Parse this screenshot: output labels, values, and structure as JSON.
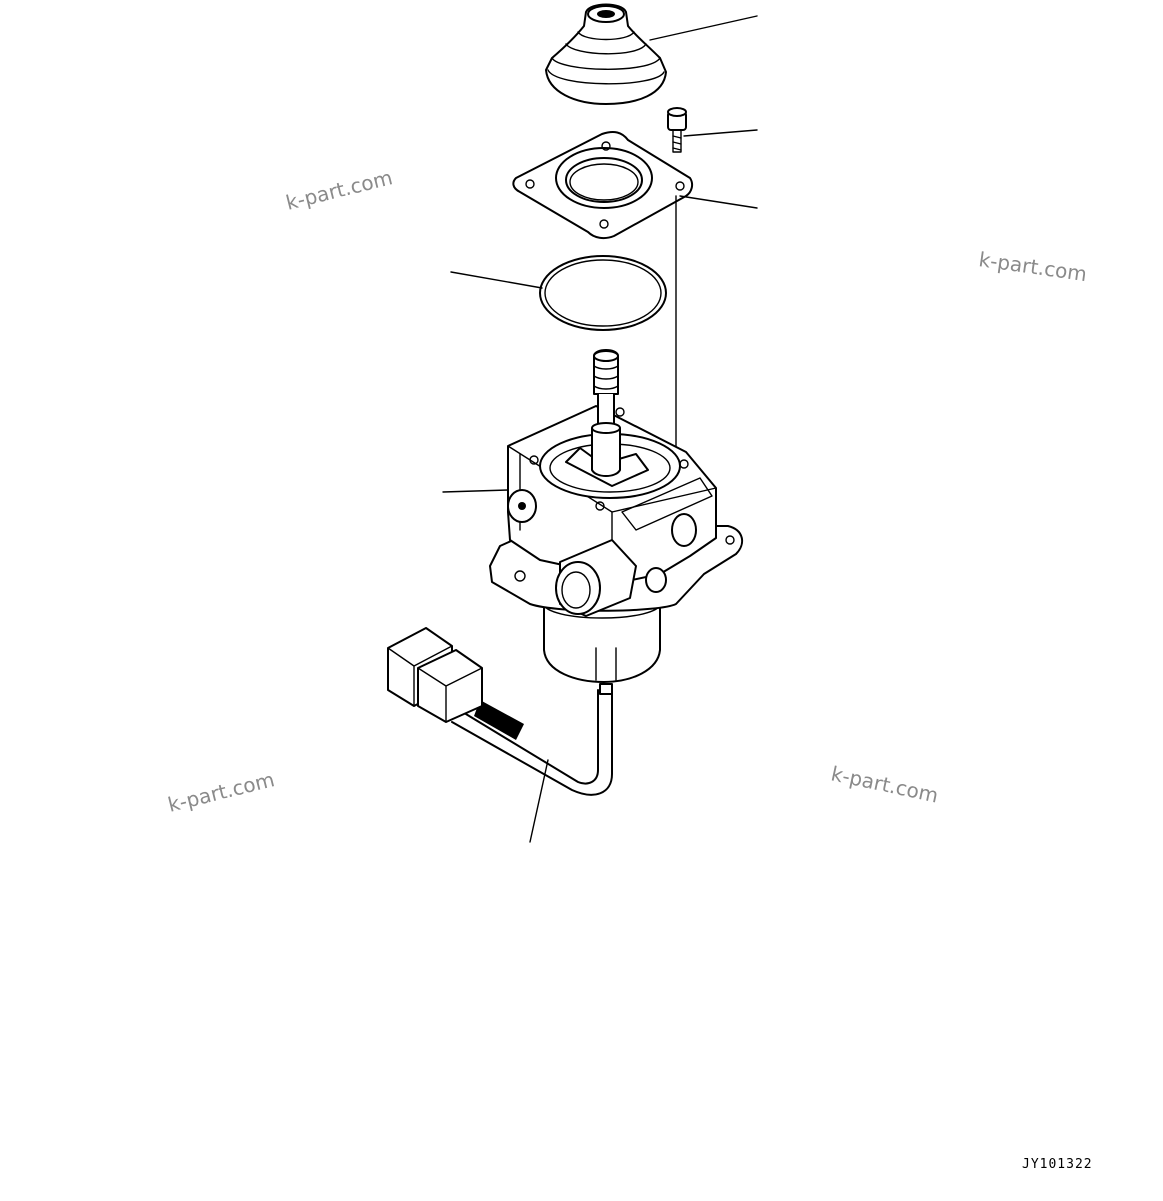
{
  "watermarks": [
    "k-part.com",
    "k-part.com",
    "k-part.com",
    "k-part.com"
  ],
  "drawing_code": "JY101322"
}
